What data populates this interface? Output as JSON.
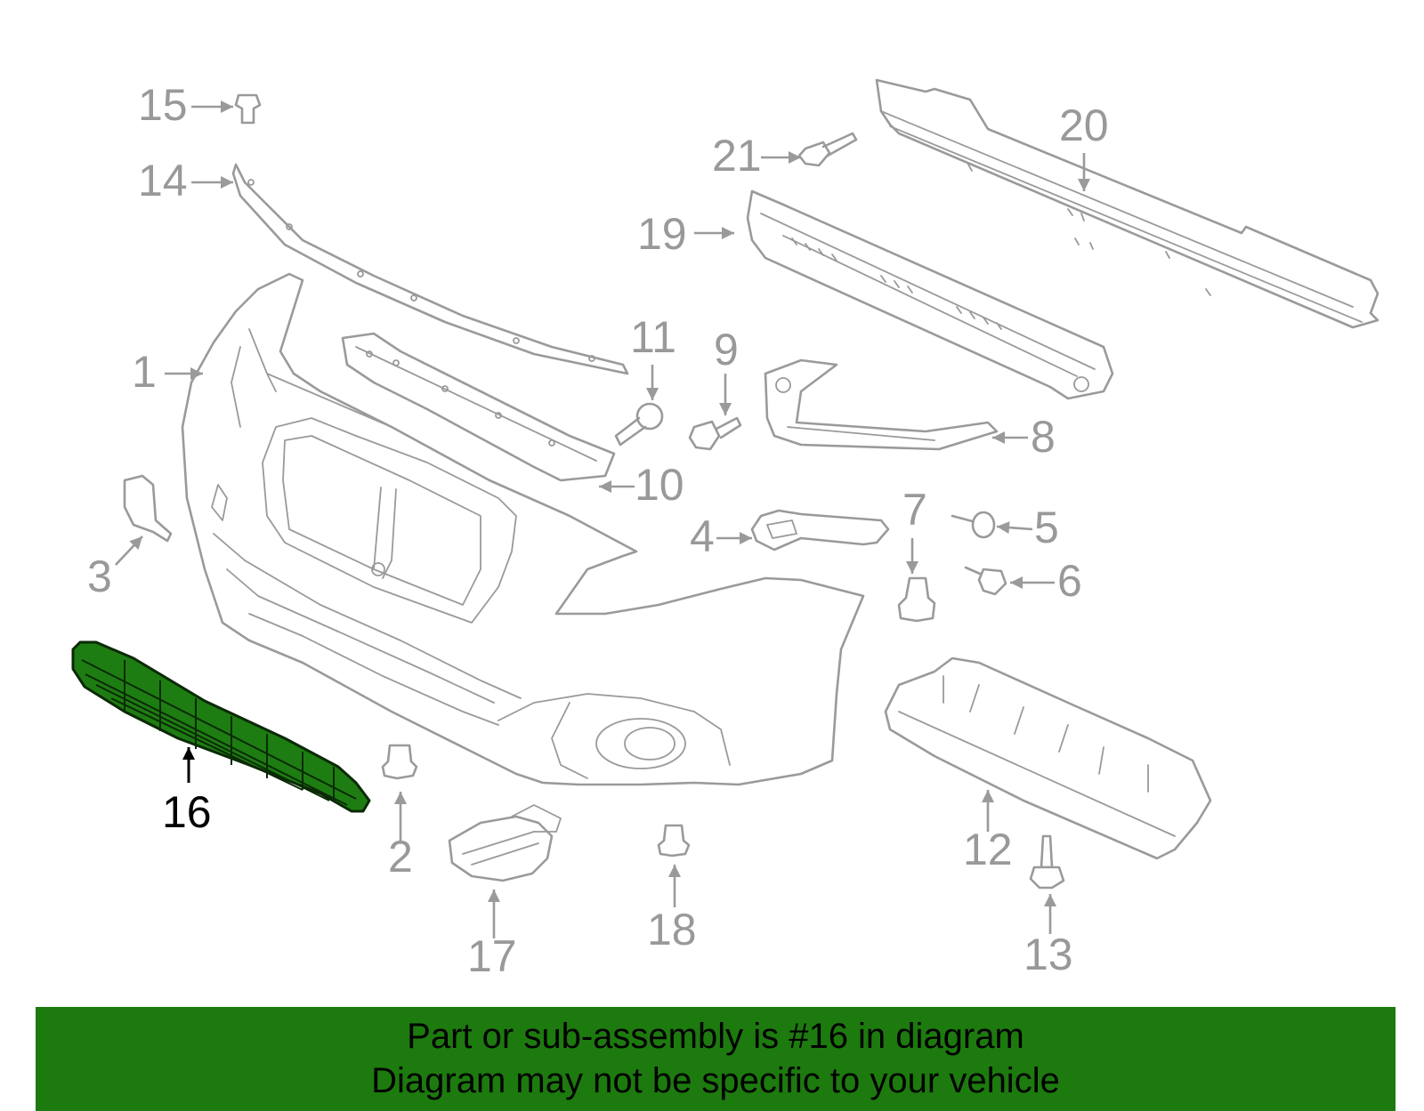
{
  "callouts": [
    {
      "id": "1",
      "label": "1"
    },
    {
      "id": "2",
      "label": "2"
    },
    {
      "id": "3",
      "label": "3"
    },
    {
      "id": "4",
      "label": "4"
    },
    {
      "id": "5",
      "label": "5"
    },
    {
      "id": "6",
      "label": "6"
    },
    {
      "id": "7",
      "label": "7"
    },
    {
      "id": "8",
      "label": "8"
    },
    {
      "id": "9",
      "label": "9"
    },
    {
      "id": "10",
      "label": "10"
    },
    {
      "id": "11",
      "label": "11"
    },
    {
      "id": "12",
      "label": "12"
    },
    {
      "id": "13",
      "label": "13"
    },
    {
      "id": "14",
      "label": "14"
    },
    {
      "id": "15",
      "label": "15"
    },
    {
      "id": "16",
      "label": "16"
    },
    {
      "id": "17",
      "label": "17"
    },
    {
      "id": "18",
      "label": "18"
    },
    {
      "id": "19",
      "label": "19"
    },
    {
      "id": "20",
      "label": "20"
    },
    {
      "id": "21",
      "label": "21"
    }
  ],
  "highlighted_part": "16",
  "colors": {
    "highlight": "#1e7d12",
    "banner": "#1d7a0e",
    "line": "#9a9a9a"
  },
  "banner": {
    "line1": "Part or sub-assembly is #16 in diagram",
    "line2": "Diagram may not be specific to your vehicle"
  }
}
